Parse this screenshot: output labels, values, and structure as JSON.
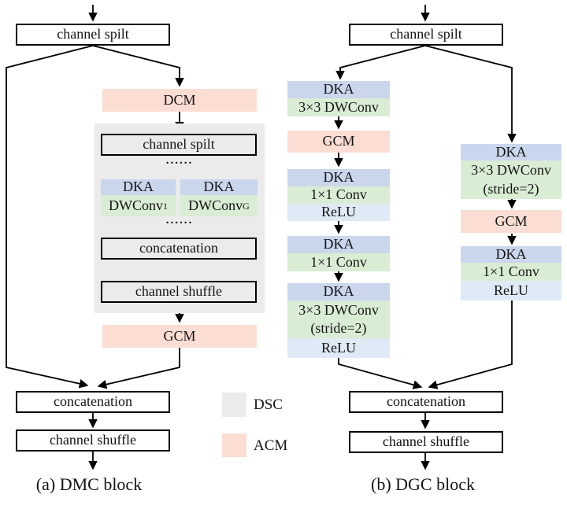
{
  "colors": {
    "dka": "#c9d6ec",
    "conv": "#d9ecd4",
    "acm": "#fbddd3",
    "relu": "#dfeaf6",
    "dsc": "#ebebeb"
  },
  "diagram_a": {
    "split": "channel spilt",
    "dcm": "DCM",
    "inner_split": "channel spilt",
    "dots_top": "......",
    "dots_bottom": "......",
    "dka_left": {
      "top": "DKA",
      "conv": "DWConv",
      "sub": "1"
    },
    "dka_right": {
      "top": "DKA",
      "conv": "DWConv",
      "sub": "G"
    },
    "inner_concat": "concatenation",
    "inner_shuffle": "channel shuffle",
    "gcm": "GCM",
    "concat": "concatenation",
    "shuffle": "channel shuffle",
    "caption": "(a) DMC block"
  },
  "legend": {
    "dsc_label": "DSC",
    "acm_label": "ACM"
  },
  "diagram_b": {
    "split": "channel spilt",
    "left_stack": {
      "dka1": "DKA",
      "conv1": "3×3 DWConv",
      "gcm": "GCM",
      "dka2": "DKA",
      "conv2": "1×1 Conv",
      "relu2": "ReLU",
      "dka3": "DKA",
      "conv3": "1×1 Conv",
      "dka4": "DKA",
      "conv4_line1": "3×3 DWConv",
      "conv4_line2": "(stride=2)",
      "relu4": "ReLU"
    },
    "right_stack": {
      "dka1": "DKA",
      "conv1_line1": "3×3 DWConv",
      "conv1_line2": "(stride=2)",
      "gcm": "GCM",
      "dka2": "DKA",
      "conv2": "1×1 Conv",
      "relu2": "ReLU"
    },
    "concat": "concatenation",
    "shuffle": "channel shuffle",
    "caption": "(b) DGC block"
  }
}
